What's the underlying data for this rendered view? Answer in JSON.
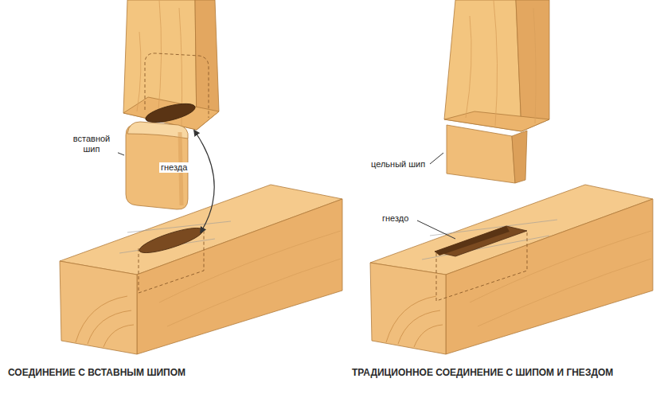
{
  "diagram": {
    "labels": [
      "вставной шип",
      "гнезда",
      "СОЕДИНЕНИЕ С ВСТАВНЫМ ШИПОМ",
      "цельный шип",
      "гнездо",
      "ТРАДИЦИОННОЕ СОЕДИНЕНИЕ С ШИПОМ И ГНЕЗДОМ"
    ]
  }
}
